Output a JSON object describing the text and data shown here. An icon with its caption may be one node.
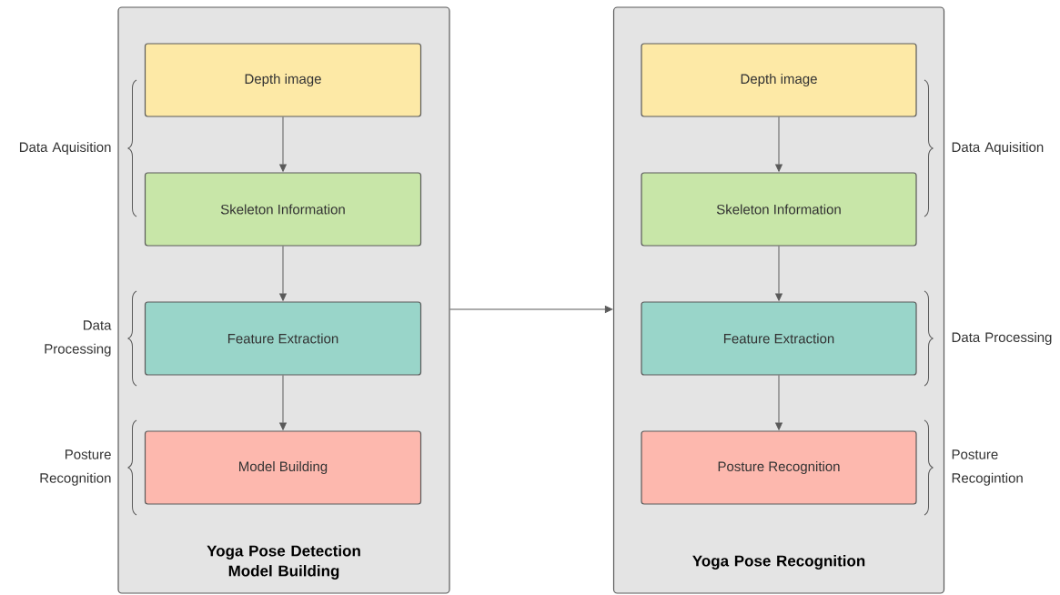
{
  "diagram": {
    "nodes": [
      {
        "text": [
          "Yoga Pose Detection Model Building"
        ]
      },
      {
        "text": [
          "Depth image"
        ],
        "in": 0
      },
      {
        "text": [
          "Skeleton Information"
        ],
        "in": 0
      },
      {
        "text": [
          "Feature Extraction"
        ],
        "in": 0
      },
      {
        "text": [
          "Model Building"
        ],
        "in": 0
      },
      {
        "text": [
          "Yoga Pose Recognition"
        ]
      },
      {
        "text": [
          "Depth image"
        ],
        "in": 5
      },
      {
        "text": [
          "Skeleton Information"
        ],
        "in": 5
      },
      {
        "text": [
          "Feature Extraction"
        ],
        "in": 5
      },
      {
        "text": [
          "Posture Recognition"
        ],
        "in": 5
      }
    ],
    "edges": [
      {
        "from": 1,
        "to": 2,
        "arrow": "to"
      },
      {
        "from": 2,
        "to": 3,
        "arrow": "to"
      },
      {
        "from": 3,
        "to": 4,
        "arrow": "to"
      },
      {
        "from": 0,
        "to": 5,
        "arrow": "to"
      },
      {
        "from": 6,
        "to": 7,
        "arrow": "to"
      },
      {
        "from": 7,
        "to": 8,
        "arrow": "to"
      },
      {
        "from": 8,
        "to": 9,
        "arrow": "to"
      }
    ],
    "labels": [
      "Data Aquisition",
      "Data Aquisition",
      "Data Processing",
      "Data Processing",
      "Posture Recognition",
      "Posture Recogintion"
    ]
  }
}
